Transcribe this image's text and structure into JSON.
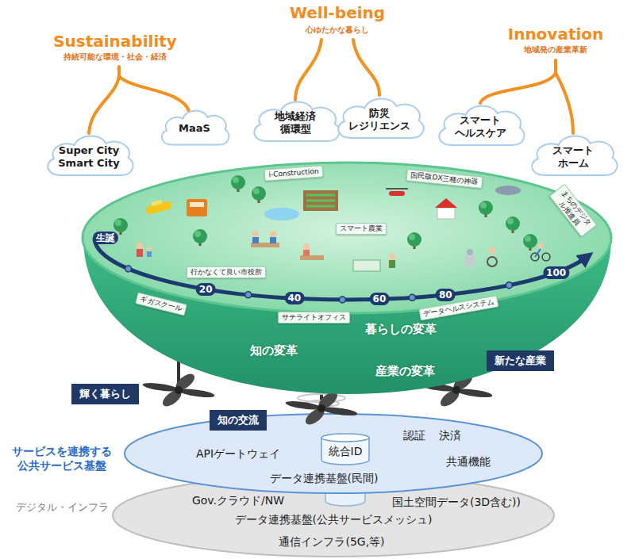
{
  "diagram": {
    "nodes": [
      {
        "text": [
          "Super City Smart City"
        ]
      },
      {
        "text": [
          "MaaS"
        ]
      },
      {
        "text": [
          "地域経済 循環型"
        ]
      },
      {
        "text": [
          "防災 レジリエンス"
        ]
      },
      {
        "text": [
          "スマート ヘルスケア"
        ]
      },
      {
        "text": [
          "スマート ホーム"
        ]
      },
      {
        "text": [
          "暮らしの変革",
          "知の変革",
          "産業の変革"
        ]
      },
      {
        "text": [
          "i-Construction"
        ],
        "in": 6
      },
      {
        "text": [
          "国民版DX三種の神器"
        ],
        "in": 6
      },
      {
        "text": [
          "まちのデジタル推進員"
        ],
        "in": 6
      },
      {
        "text": [
          "スマート農業"
        ],
        "in": 6
      },
      {
        "text": [
          "行かなくて良い市役所"
        ],
        "in": 6
      },
      {
        "text": [
          "ギガスクール"
        ],
        "in": 6
      },
      {
        "text": [
          "サテライトオフィス"
        ],
        "in": 6
      },
      {
        "text": [
          "データヘルスシステム"
        ],
        "in": 6
      },
      {
        "text": [
          "輝く暮らし"
        ]
      },
      {
        "text": [
          "知の交流"
        ]
      },
      {
        "text": [
          "新たな産業"
        ]
      },
      {
        "text": [
          "サービスを連携する 公共サービス基盤",
          "APIゲートウェイ",
          "認証",
          "決済",
          "共通機能",
          "データ連携基盤(民間)"
        ]
      },
      {
        "text": [
          "統合ID"
        ],
        "in": 18
      },
      {
        "text": [
          "デジタル・インフラ",
          "Gov.クラウド/NW",
          "国土空間データ(3D含む))",
          "データ連携基盤(公共サービスメッシュ)",
          "通信インフラ(5G,等)"
        ]
      }
    ],
    "labels": [
      "Sustainability",
      "持続可能な環境・社会・経済",
      "Well-being",
      "心ゆたかな暮らし",
      "Innovation",
      "地域発の産業革新",
      "生誕",
      "20",
      "40",
      "60",
      "80",
      "100"
    ]
  }
}
